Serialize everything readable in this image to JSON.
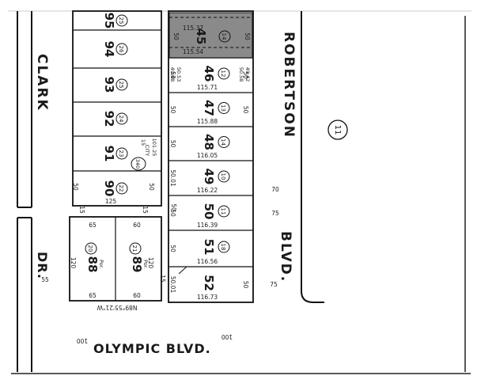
{
  "streets": {
    "clark": "CLARK",
    "dr": "DR.",
    "robertson": "ROBERTSON",
    "blvd": "BLVD.",
    "olympic": "OLYMPIC BLVD."
  },
  "block_number": "11",
  "shaded_lot": {
    "number": "45",
    "parcel": "14",
    "elevation_top": "115.37",
    "elevation_bottom": "115.54",
    "dim_left": "50",
    "dim_right": "50"
  },
  "west_lots": [
    {
      "number": "95",
      "parcel": "25"
    },
    {
      "number": "94",
      "parcel": "26"
    },
    {
      "number": "93",
      "parcel": "25"
    },
    {
      "number": "92",
      "parcel": "24"
    },
    {
      "number": "91",
      "parcel": "23"
    },
    {
      "number": "90",
      "parcel": "22"
    }
  ],
  "east_lots": [
    {
      "number": "46",
      "parcel": "12",
      "elevation": "115.71",
      "dim_left": "50",
      "dim_right": "50"
    },
    {
      "number": "47",
      "parcel": "13",
      "elevation": "115.88",
      "dim_left": "50",
      "dim_right": "50"
    },
    {
      "number": "48",
      "parcel": "14",
      "elevation": "116.05",
      "dim_left": "50",
      "dim_right": ""
    },
    {
      "number": "49",
      "parcel": "10",
      "elevation": "116.22",
      "dim_left": "50.01",
      "dim_right": ""
    },
    {
      "number": "50",
      "parcel": "11",
      "elevation": "116.39",
      "dim_left": "50",
      "dim_right": ""
    },
    {
      "number": "51",
      "parcel": "18",
      "elevation": "116.56",
      "dim_left": "50",
      "dim_right": ""
    },
    {
      "number": "52",
      "parcel": "",
      "elevation": "116.73",
      "dim_left": "50.01",
      "dim_right": "50"
    }
  ],
  "south_lots": [
    {
      "number": "88",
      "parcel": "20",
      "note": "Por.",
      "top": "65",
      "bottom": "65",
      "side": "120"
    },
    {
      "number": "89",
      "parcel": "21",
      "note": "Por.",
      "top": "60",
      "bottom": "60",
      "side": "120"
    }
  ],
  "east_lot_46_corner": {
    "left_a": "50.53",
    "left_b": "49.48",
    "right_a": "49.42",
    "right_b": "50.58"
  },
  "city_parcel": {
    "label": "CITY",
    "number": "340",
    "dim_a": "101.25",
    "dim_b": "15"
  },
  "misc_dims": {
    "west_col_bottom_left": "50",
    "west_col_bottom_right": "50",
    "west_col_width": "125",
    "alley_left": "15",
    "alley_right": "15",
    "alley_bottom": "15",
    "mid_50": "50",
    "dr_55": "55",
    "east_70": "70",
    "east_75_a": "75",
    "east_75_b": "75",
    "olympic_100_left": "100",
    "olympic_100_right": "100",
    "bearing": "N89°55'21\"W"
  }
}
